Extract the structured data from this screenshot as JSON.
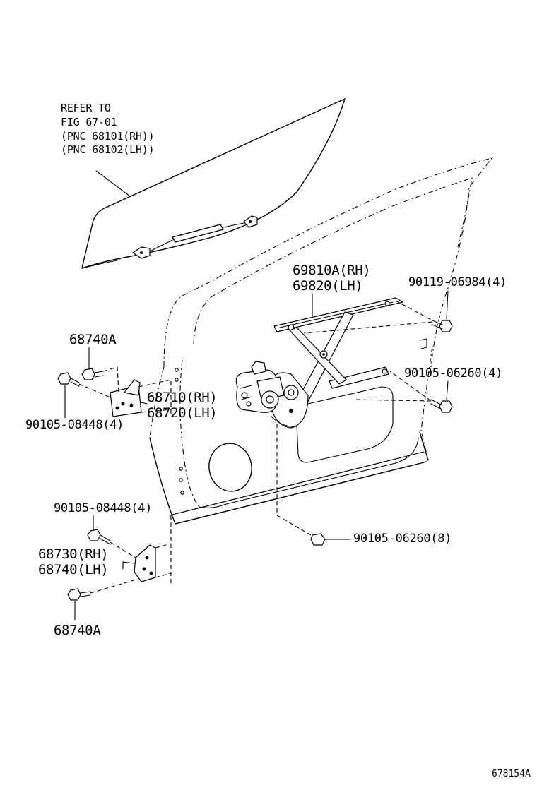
{
  "labels": {
    "refer_to": "REFER TO",
    "fig_ref": "FIG 67-01",
    "pnc_rh": "(PNC 68101(RH))",
    "pnc_lh": "(PNC 68102(LH))",
    "regulator_rh": "69810A(RH)",
    "regulator_lh": "69820(LH)",
    "bolt_90119": "90119-06984(4)",
    "hinge_bolt_top": "68740A",
    "bolt_90105_06260_4": "90105-06260(4)",
    "upper_hinge_rh": "68710(RH)",
    "upper_hinge_lh": "68720(LH)",
    "bolt_90105_08448_a": "90105-08448(4)",
    "bolt_90105_08448_b": "90105-08448(4)",
    "lower_hinge_rh": "68730(RH)",
    "lower_hinge_lh": "68740(LH)",
    "bolt_90105_06260_8": "90105-06260(8)",
    "hinge_bolt_bottom": "68740A",
    "figure_number": "678154A"
  }
}
